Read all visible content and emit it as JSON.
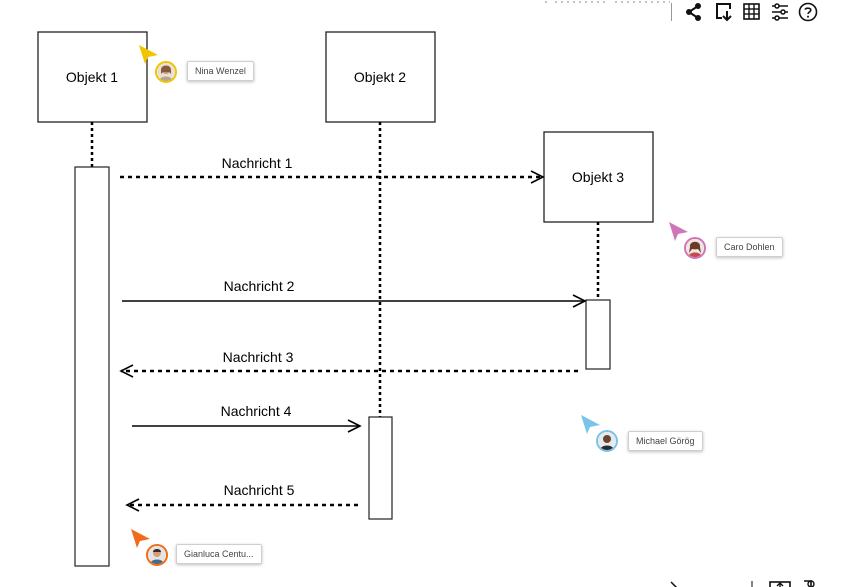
{
  "objects": [
    {
      "label": "Objekt 1"
    },
    {
      "label": "Objekt 2"
    },
    {
      "label": "Objekt 3"
    }
  ],
  "messages": [
    {
      "label": "Nachricht 1",
      "style": "dashed"
    },
    {
      "label": "Nachricht 2",
      "style": "solid"
    },
    {
      "label": "Nachricht 3",
      "style": "dashed"
    },
    {
      "label": "Nachricht 4",
      "style": "solid"
    },
    {
      "label": "Nachricht 5",
      "style": "dashed"
    }
  ],
  "collaborators": [
    {
      "name": "Nina Wenzel",
      "color": "#f2c400"
    },
    {
      "name": "Caro Dohlen",
      "color": "#d175b8"
    },
    {
      "name": "Michael Görög",
      "color": "#79c4e8"
    },
    {
      "name": "Gianluca Centu...",
      "color": "#f26a1b"
    }
  ],
  "toolbar": {
    "icons": [
      "share-icon",
      "export-icon",
      "grid-icon",
      "settings-sliders-icon",
      "help-icon"
    ]
  }
}
